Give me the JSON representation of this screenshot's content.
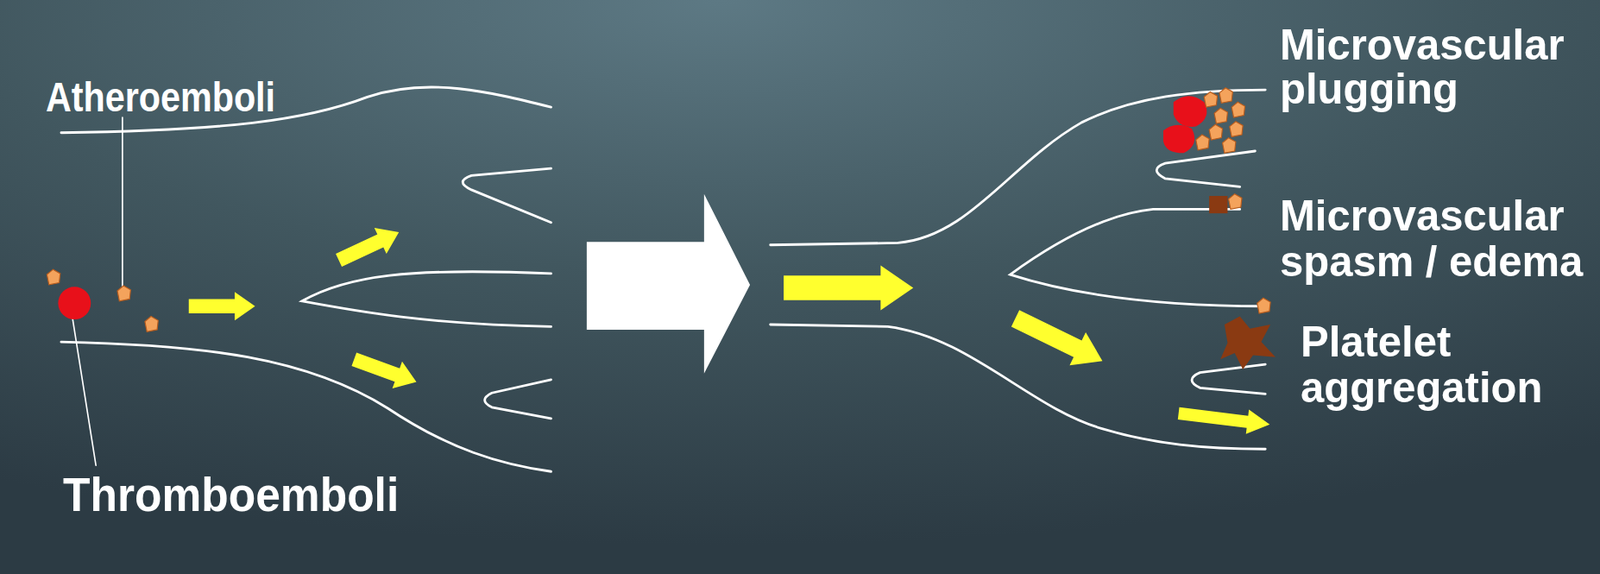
{
  "diagram": {
    "labels": [
      "Atheroemboli",
      "Thromboemboli",
      "Microvascular plugging",
      "Microvascular spasm / edema",
      "Platelet aggregation"
    ]
  }
}
